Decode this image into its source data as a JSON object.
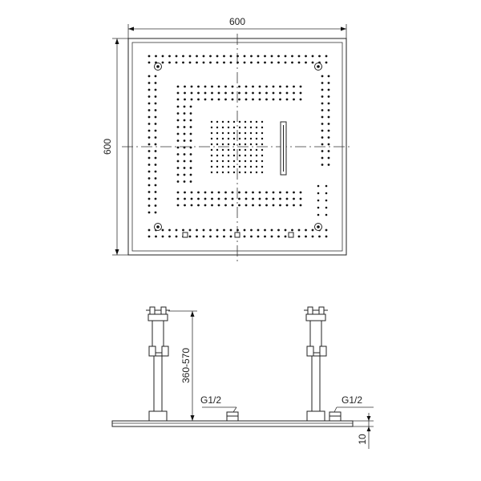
{
  "top_view": {
    "width_label": "600",
    "height_label": "600"
  },
  "side_view": {
    "extension_label": "360-570",
    "left_inlet_label": "G1/2",
    "right_inlet_label": "G1/2",
    "thickness_label": "10"
  },
  "colors": {
    "ink": "#222222",
    "background": "#ffffff"
  }
}
